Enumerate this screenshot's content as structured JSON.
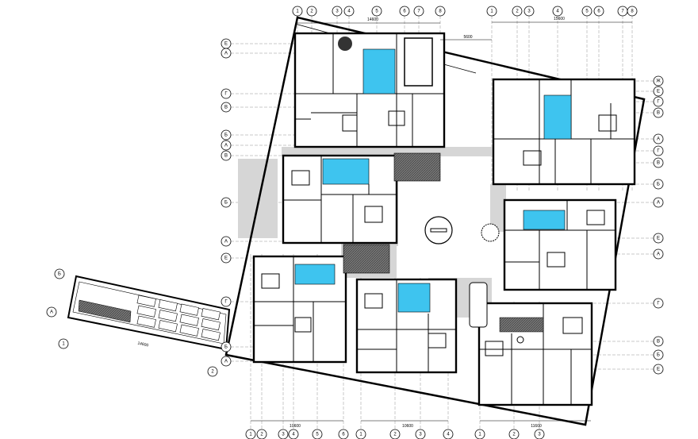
{
  "drawing": {
    "top_left_axes": [
      "1",
      "2",
      "3",
      "4",
      "5",
      "6",
      "7",
      "8"
    ],
    "top_right_axes": [
      "1",
      "2",
      "3",
      "4",
      "5",
      "6",
      "7",
      "8"
    ],
    "bottom_axes_a": [
      "1",
      "2",
      "3",
      "4",
      "5",
      "6"
    ],
    "bottom_axes_b": [
      "1",
      "2",
      "3",
      "4"
    ],
    "bottom_axes_c": [
      "1",
      "2",
      "3"
    ],
    "left_axes": [
      "Е",
      "А",
      "Г",
      "В",
      "Б",
      "А",
      "В",
      "Б",
      "А",
      "Е",
      "Г",
      "Б",
      "А"
    ],
    "right_axes": [
      "Ж",
      "Е",
      "Г",
      "В",
      "А",
      "Г",
      "В",
      "Б",
      "А",
      "Е",
      "А",
      "Г",
      "В",
      "Б",
      "Е"
    ],
    "annex_axes": [
      "Б",
      "А",
      "1",
      "2"
    ],
    "dimensions": {
      "top_left_total": "14600",
      "top_right_total": "15600",
      "gap": "5600",
      "bottom_a_total": "10600",
      "bottom_b_total": "10600",
      "bottom_c_total": "11600",
      "annex_length": "14600"
    },
    "colors": {
      "pool": "#3ec4ef",
      "paving": "#d6d6d6",
      "walls": "#000000"
    }
  }
}
